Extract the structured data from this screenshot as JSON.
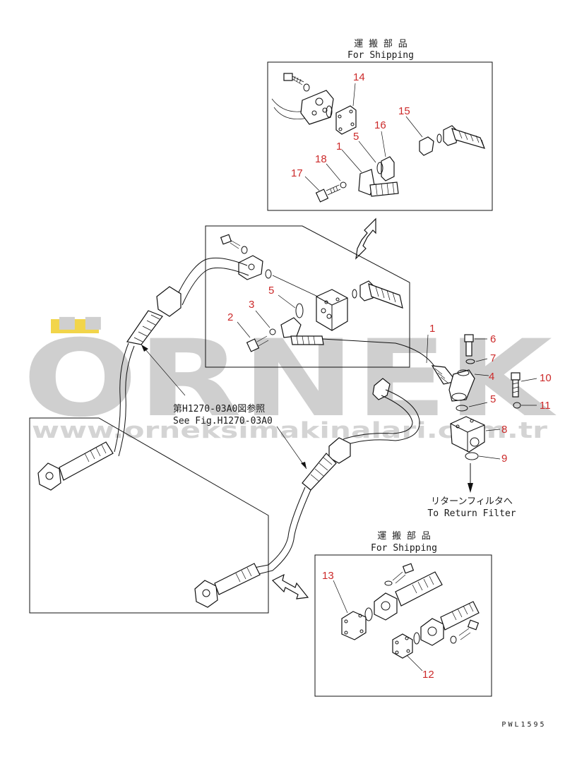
{
  "watermark": {
    "brand": "ÖRNEK",
    "url": "www.orneksimakinalari.com.tr",
    "accent_color": "#f2d54a",
    "text_color": "#cfcfcf"
  },
  "labels": {
    "top_shipping_jp": "運 搬 部 品",
    "top_shipping_en": "For Shipping",
    "bottom_shipping_jp": "運 搬 部 品",
    "bottom_shipping_en": "For Shipping",
    "see_fig_jp": "第H1270-03A0図参照",
    "see_fig_en": "See Fig.H1270-03A0",
    "return_filter_jp": "リターンフィルタへ",
    "return_filter_en": "To Return Filter",
    "drawing_code": "PWL1595"
  },
  "part_numbers": {
    "p14": "14",
    "p15": "15",
    "p16": "16",
    "p5a": "5",
    "p1a": "1",
    "p18": "18",
    "p17": "17",
    "p5b": "5",
    "p3": "3",
    "p2": "2",
    "p1b": "1",
    "p6": "6",
    "p7": "7",
    "p4": "4",
    "p10": "10",
    "p5c": "5",
    "p11": "11",
    "p8": "8",
    "p9": "9",
    "p13": "13",
    "p12": "12"
  }
}
